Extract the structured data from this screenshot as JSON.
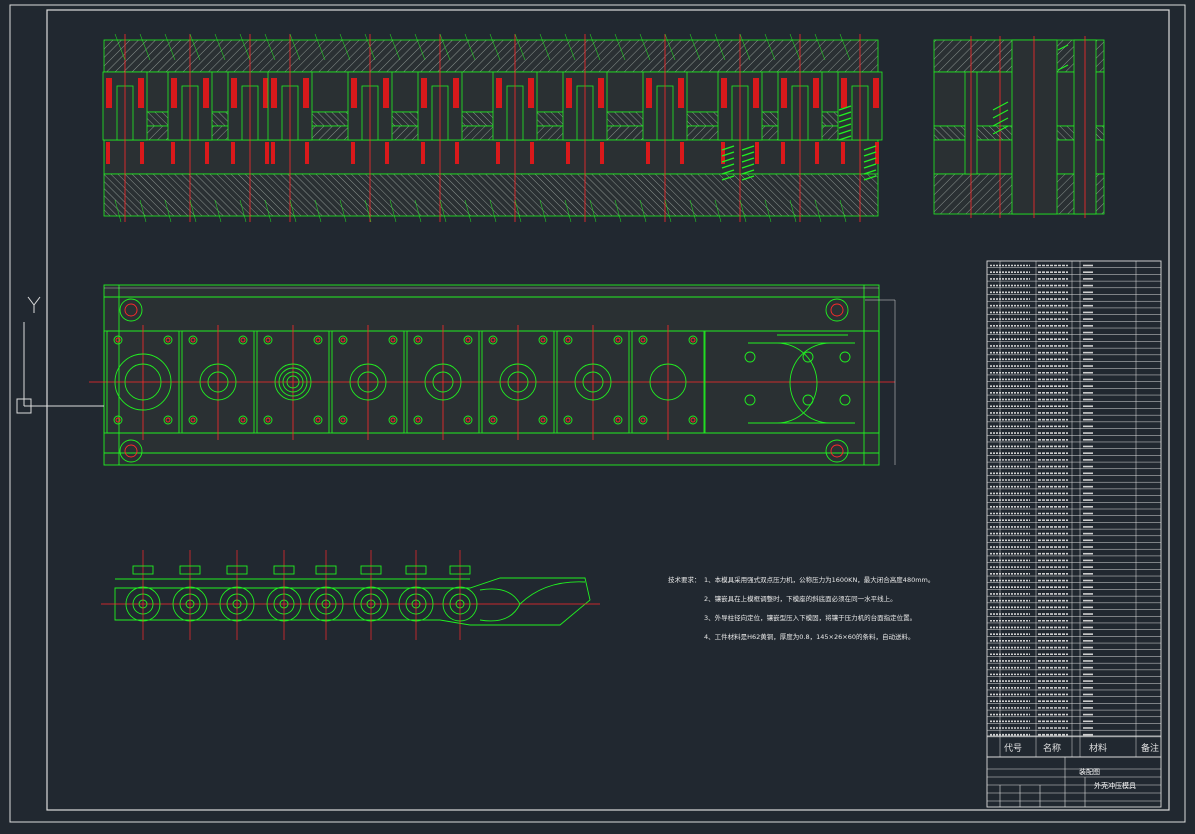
{
  "colors": {
    "background": "#212830",
    "frame": "#dcdcdc",
    "outline": "#21f021",
    "center_line": "#ff2a2a",
    "hatch": "#7f8a86",
    "spring": "#d9191b",
    "text": "#e8e8e8"
  },
  "ucs_icon": {
    "axis_label": "Y"
  },
  "tech_notes": {
    "heading": "技术要求：",
    "items": [
      "1、本模具采用强式双点压力机，公称压力为1600KN，最大闭合高度480mm。",
      "2、镶嵌具在上模框调整时，下模座的斜底面必须在同一水平线上。",
      "3、外导柱径向定位，镶嵌型压入下模固，将镶于压力机的台面指定位置。",
      "4、工件材料是H62黄铜，厚度为0.8，145×26×60的条料，自动送料。"
    ]
  },
  "bom": {
    "column_headers": [
      "代号",
      "名称",
      "材料",
      "备注"
    ],
    "row_count": 71
  },
  "title_block": {
    "drawing_title": "装配图",
    "part_name": "外壳冲压模具"
  }
}
